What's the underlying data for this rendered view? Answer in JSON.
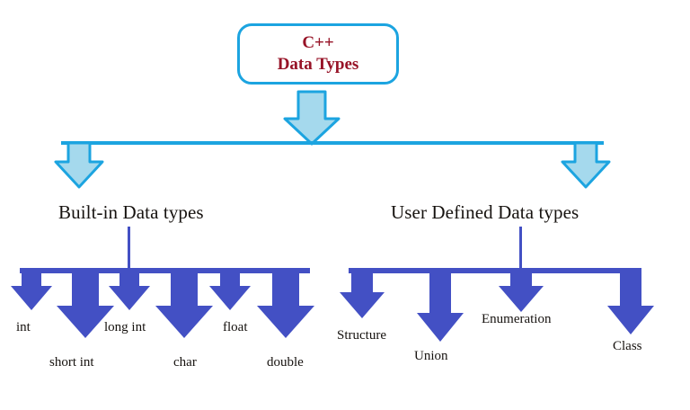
{
  "diagram": {
    "type": "hierarchy-tree",
    "title_box": {
      "line1": "C++",
      "line2": "Data Types",
      "text_color": "#971327",
      "border_color": "#1CA4E0"
    },
    "branches": [
      {
        "heading": "Built-in Data types",
        "leaves": [
          "int",
          "short int",
          "long int",
          "char",
          "float",
          "double"
        ]
      },
      {
        "heading": "User Defined Data types",
        "leaves": [
          "Structure",
          "Union",
          "Enumeration",
          "Class"
        ]
      }
    ],
    "colors": {
      "light_arrow_fill": "#A5D9ED",
      "light_arrow_stroke": "#1CA4E0",
      "dark_arrow_fill": "#4350C4",
      "connector_line": "#4350C4"
    }
  }
}
